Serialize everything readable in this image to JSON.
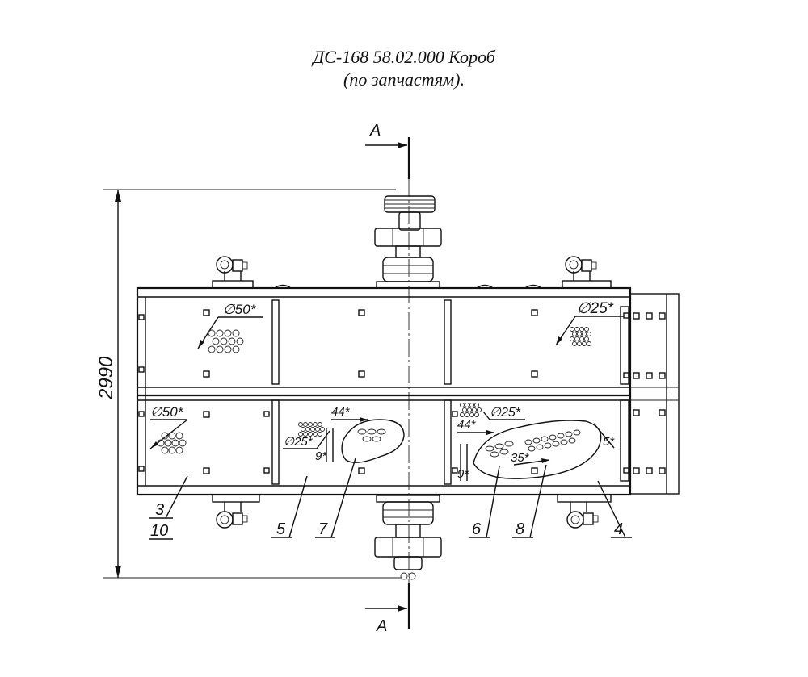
{
  "title": {
    "line1": "ДС-168 58.02.000 Короб",
    "line2": "(по запчастям)."
  },
  "section_marks": {
    "top": "А",
    "bottom": "А"
  },
  "overall_dimension": "2990",
  "hole_callouts": {
    "upper_left": "∅50*",
    "upper_right": "∅25*",
    "lower_left": "∅50*",
    "lower_mid_diameter": "∅25*",
    "lower_mid_spacing": "44*",
    "lower_mid_offset": "9*",
    "lower_right_diameter": "∅25*",
    "lower_right_spacing": "44*",
    "lower_right_offset": "9*",
    "lower_right_pitch": "35*",
    "right_edge": "5*"
  },
  "part_numbers": {
    "p3": "3",
    "p10": "10",
    "p5": "5",
    "p7": "7",
    "p6": "6",
    "p8": "8",
    "p4": "4"
  }
}
